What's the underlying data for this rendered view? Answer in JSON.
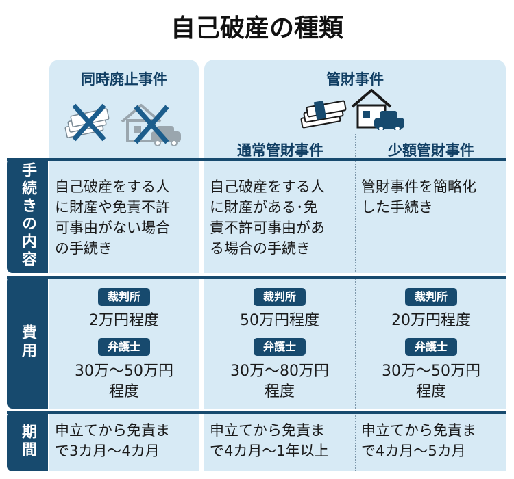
{
  "title": "自己破産の種類",
  "columns": {
    "doji": "同時廃止事件",
    "kanzai": "管財事件",
    "tsujo": "通常管財事件",
    "shogaku": "少額管財事件"
  },
  "row_labels": {
    "content": "手続きの内容",
    "cost": "費用",
    "period": "期間"
  },
  "content": {
    "doji": [
      "自己破産をする人",
      "に財産や免責不許",
      "可事由がない場合",
      "の手続き"
    ],
    "tsujo": [
      "自己破産をする人",
      "に財産がある･免",
      "責不許可事由があ",
      "る場合の手続き"
    ],
    "shogaku": [
      "管財事件を簡略化",
      "した手続き"
    ]
  },
  "cost": {
    "court_label": "裁判所",
    "lawyer_label": "弁護士",
    "doji": {
      "court": "2万円程度",
      "lawyer": [
        "30万〜50万円",
        "程度"
      ]
    },
    "tsujo": {
      "court": "50万円程度",
      "lawyer": [
        "30万〜80万円",
        "程度"
      ]
    },
    "shogaku": {
      "court": "20万円程度",
      "lawyer": [
        "30万〜50万円",
        "程度"
      ]
    }
  },
  "period": {
    "doji": [
      "申立てから免責ま",
      "で3カ月〜4カ月"
    ],
    "tsujo": [
      "申立てから免責ま",
      "で4カ月〜1年以上"
    ],
    "shogaku": [
      "申立てから免責ま",
      "で4カ月〜5カ月"
    ]
  },
  "icons": {
    "doji": [
      "money-crossed-icon",
      "house-car-crossed-icon"
    ],
    "kanzai": [
      "money-icon",
      "house-car-icon"
    ]
  },
  "colors": {
    "navy": "#174a6e",
    "panel": "#d7eaf5",
    "cross": "#1c5d8c"
  }
}
